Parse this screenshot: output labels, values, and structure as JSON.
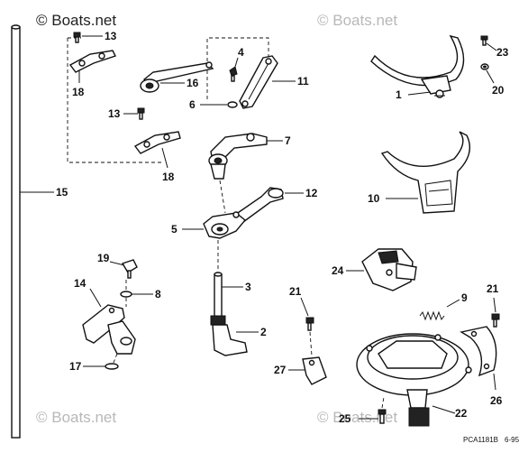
{
  "watermarks": {
    "top_left": "© Boats.net",
    "top_right": "© Boats.net",
    "bottom_left": "© Boats.net",
    "bottom_right": "© Boats.net"
  },
  "callouts": {
    "c1": "1",
    "c2": "2",
    "c3": "3",
    "c4": "4",
    "c5": "5",
    "c6": "6",
    "c7": "7",
    "c8": "8",
    "c9": "9",
    "c10": "10",
    "c11": "11",
    "c12": "12",
    "c13a": "13",
    "c13b": "13",
    "c14": "14",
    "c15": "15",
    "c16": "16",
    "c17": "17",
    "c18a": "18",
    "c18b": "18",
    "c19": "19",
    "c20": "20",
    "c21a": "21",
    "c21b": "21",
    "c22": "22",
    "c23": "23",
    "c24": "24",
    "c25": "25",
    "c26": "26",
    "c27": "27"
  },
  "footer": {
    "code": "PCA1181B",
    "date": "6-95"
  }
}
